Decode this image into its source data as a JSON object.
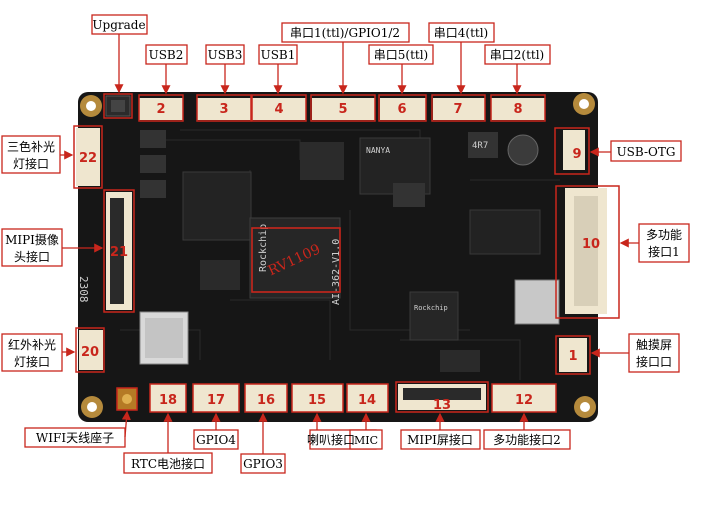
{
  "colors": {
    "accent": "#c8261c",
    "board": "#161616",
    "connector": "#efe6cf",
    "text": "#000000"
  },
  "labels": {
    "upgrade": "Upgrade",
    "usb2": "USB2",
    "usb3": "USB3",
    "usb1": "USB1",
    "uart1_gpio": "串口1(ttl)/GPIO1/2",
    "uart5": "串口5(ttl)",
    "uart4": "串口4(ttl)",
    "uart2": "串口2(ttl)",
    "tricolor_1": "三色补光",
    "tricolor_2": "灯接口",
    "usb_otg": "USB-OTG",
    "mipi_cam_1": "MIPI摄像",
    "mipi_cam_2": "头接口",
    "multi1_1": "多功能",
    "multi1_2": "接口1",
    "ir_1": "红外补光",
    "ir_2": "灯接口",
    "touch_1": "触摸屏",
    "touch_2": "接口口",
    "wifi": "WIFI天线座子",
    "rtc": "RTC电池接口",
    "gpio4": "GPIO4",
    "gpio3": "GPIO3",
    "speaker": "喇叭接口",
    "mic": "MIC",
    "mipi_screen": "MIPI屏接口",
    "multi2": "多功能接口2"
  },
  "numbers": {
    "n1": "1",
    "n2": "2",
    "n3": "3",
    "n4": "4",
    "n5": "5",
    "n6": "6",
    "n7": "7",
    "n8": "8",
    "n9": "9",
    "n10": "10",
    "n12": "12",
    "n13": "13",
    "n14": "14",
    "n15": "15",
    "n16": "16",
    "n17": "17",
    "n18": "18",
    "n20": "20",
    "n21": "21",
    "n22": "22"
  },
  "board_text": {
    "soc": "RV1109",
    "brand": "Rockchip",
    "model": "AI-362-V1.0",
    "date": "2308",
    "dram": "NANYA",
    "wifi_module": "",
    "pmic": "Rockchip",
    "inductor": "4R7"
  }
}
